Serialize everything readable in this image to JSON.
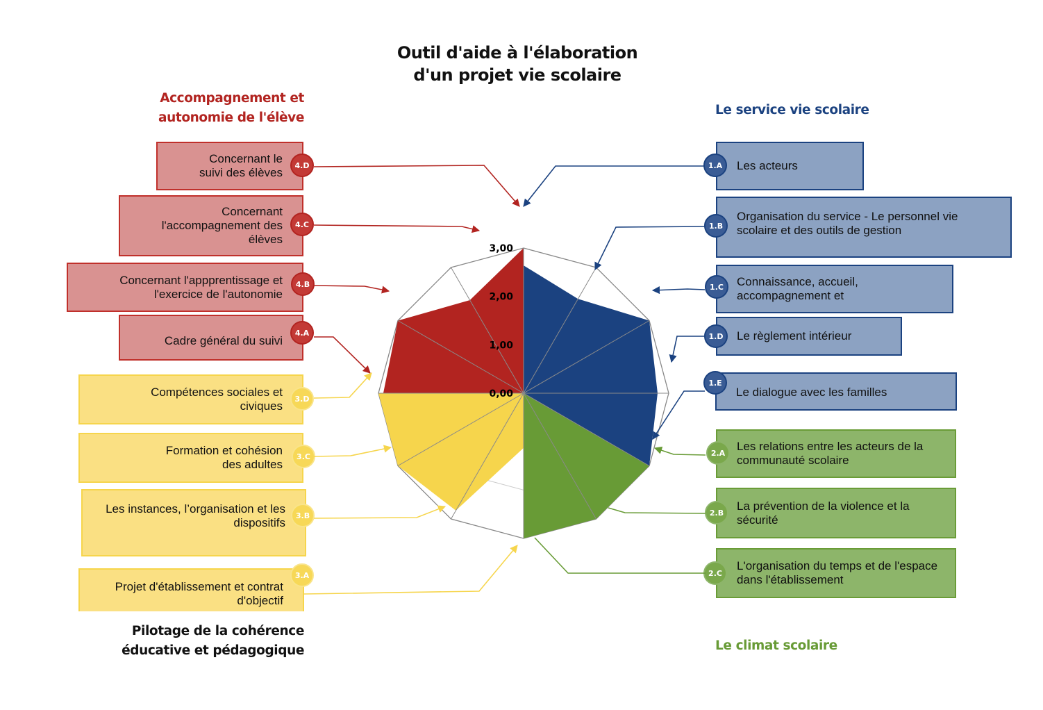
{
  "title": [
    "Outil d'aide à l'élaboration",
    "d'un projet vie scolaire"
  ],
  "categories": {
    "red": [
      "Accompagnement et",
      "autonomie de l'élève"
    ],
    "blue": "Le service vie scolaire",
    "green": "Le climat scolaire",
    "yellow": [
      "Pilotage de la cohérence",
      "éducative et pédagogique"
    ]
  },
  "items": {
    "red": [
      {
        "badge": "4.D",
        "text": "Concernant le suivi des élèves"
      },
      {
        "badge": "4.C",
        "text": "Concernant l'accompagnement des élèves"
      },
      {
        "badge": "4.B",
        "text": "Concernant l'appprentissage et l'exercice de l'autonomie"
      },
      {
        "badge": "4.A",
        "text": "Cadre général du suivi"
      }
    ],
    "yellow": [
      {
        "badge": "3.D",
        "text": "Compétences sociales et civiques"
      },
      {
        "badge": "3.C",
        "text": "Formation et cohésion des adultes"
      },
      {
        "badge": "3.B",
        "text": "Les instances, l’organisation et les dispositifs"
      },
      {
        "badge": "3.A",
        "text": "Projet d'établissement et contrat d'objectif"
      }
    ],
    "blue": [
      {
        "badge": "1.A",
        "text": "Les acteurs"
      },
      {
        "badge": "1.B",
        "text": "Organisation du service - Le personnel vie scolaire et des outils de gestion"
      },
      {
        "badge": "1.C",
        "text": "Connaissance, accueil, accompagnement et"
      },
      {
        "badge": "1.D",
        "text": "Le règlement intérieur"
      },
      {
        "badge": "1.E",
        "text": "Le dialogue avec les familles"
      }
    ],
    "green": [
      {
        "badge": "2.A",
        "text": "Les relations entre les acteurs de la communauté scolaire"
      },
      {
        "badge": "2.B",
        "text": "La prévention de la violence et la sécurité"
      },
      {
        "badge": "2.C",
        "text": "L'organisation du temps et de l'espace dans l'établissement"
      }
    ]
  },
  "colors": {
    "red": "#b22420",
    "blue": "#1b4280",
    "green": "#689b36",
    "yellow": "#f6d54c"
  },
  "chart_data": {
    "type": "radar",
    "title": "Outil d'aide à l'élaboration d'un projet vie scolaire",
    "axes_count": 12,
    "ylim": [
      0,
      3
    ],
    "ticks": [
      "0,00",
      "1,00",
      "2,00",
      "3,00"
    ],
    "tick_values": [
      0,
      1,
      2,
      3
    ],
    "grid": true,
    "series": [
      {
        "name": "Accompagnement et autonomie de l'élève",
        "color": "#b22420",
        "values": [
          3.0,
          0,
          0,
          0,
          0,
          0,
          0,
          0,
          0,
          2.9,
          3.0,
          2.22
        ]
      },
      {
        "name": "Le service vie scolaire",
        "color": "#1b4280",
        "values": [
          2.64,
          2.25,
          3.0,
          2.77,
          3.0,
          0,
          0,
          0,
          0,
          0,
          0,
          0
        ]
      },
      {
        "name": "Le climat scolaire",
        "color": "#689b36",
        "values": [
          0,
          0,
          0,
          0,
          3.0,
          3.0,
          3.0,
          0,
          0,
          0,
          0,
          0
        ]
      },
      {
        "name": "Pilotage de la cohérence éducative et pédagogique",
        "color": "#f6d54c",
        "values": [
          0,
          0,
          0,
          0,
          0,
          0,
          1.13,
          2.8,
          3.0,
          3.0,
          0,
          0
        ]
      }
    ]
  }
}
